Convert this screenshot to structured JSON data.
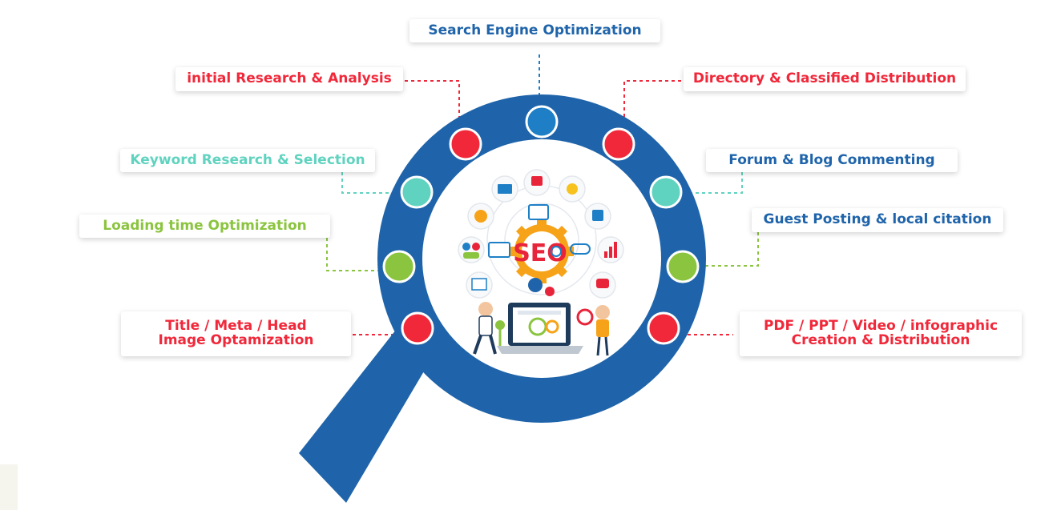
{
  "center": {
    "text": "SEO"
  },
  "colors": {
    "ring": "#1f64aa",
    "red": "#f0283a",
    "blue": "#1e7fc6",
    "teal": "#5fd3bf",
    "green": "#8bc43f"
  },
  "labels": {
    "top": "Search Engine Optimization",
    "research": "initial Research & Analysis",
    "keyword": "Keyword Research & Selection",
    "loading": "Loading time Optimization",
    "title_line1": "Title / Meta / Head",
    "title_line2": "Image Optamization",
    "directory": "Directory & Classified Distribution",
    "forum": "Forum & Blog Commenting",
    "guest": "Guest Posting & local citation",
    "pdf_line1": "PDF / PPT / Video / infographic",
    "pdf_line2": "Creation & Distribution"
  }
}
